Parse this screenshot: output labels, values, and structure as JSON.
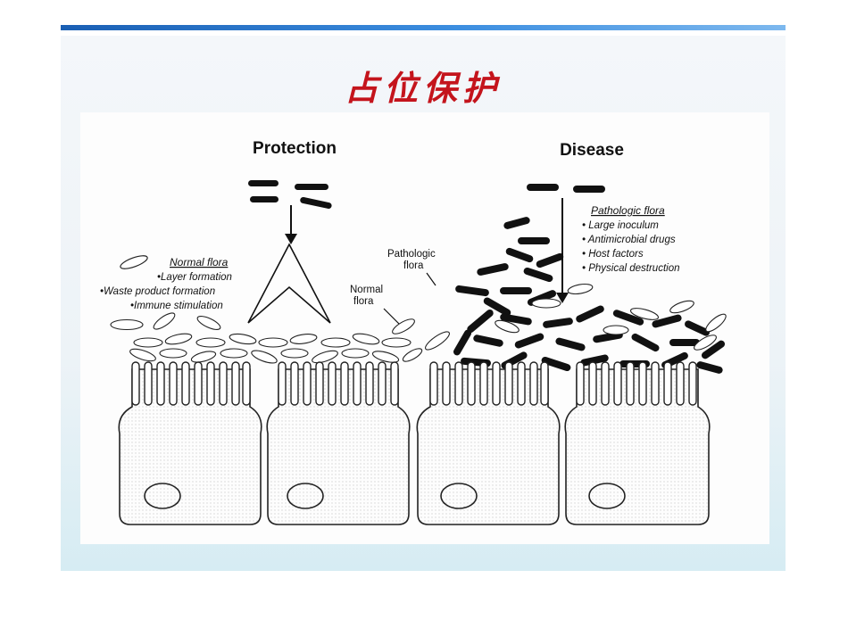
{
  "slide": {
    "title": "占位保护",
    "accent_color": "#c4141c",
    "bar_color": "#1a5fb4"
  },
  "diagram": {
    "left_panel": {
      "heading": "Protection",
      "normal_flora_title": "Normal flora",
      "normal_flora_points": [
        "•Layer formation",
        "•Waste product formation",
        "•Immune stimulation"
      ],
      "side_label_line1": "Normal",
      "side_label_line2": "flora"
    },
    "right_panel": {
      "heading": "Disease",
      "pathologic_label_line1": "Pathologic",
      "pathologic_label_line2": "flora",
      "pathologic_title": "Pathologic flora",
      "pathologic_points": [
        "• Large inoculum",
        "• Antimicrobial drugs",
        "• Host factors",
        "• Physical destruction"
      ]
    }
  }
}
